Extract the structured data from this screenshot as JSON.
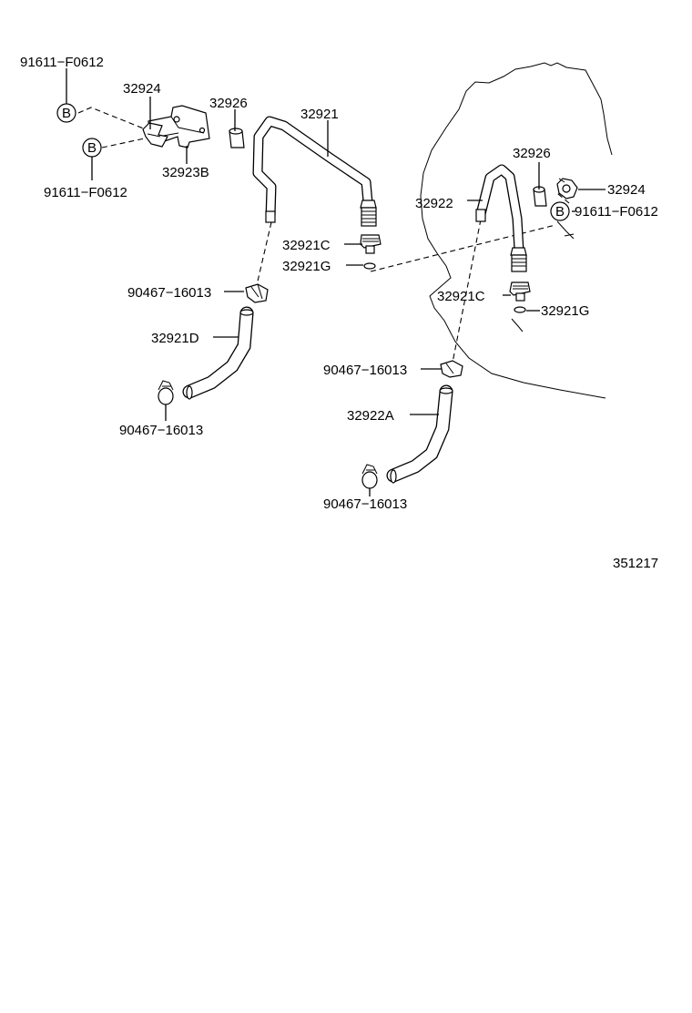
{
  "labels": {
    "p91611_tl": "91611−F0612",
    "p32924_l": "32924",
    "p32926_l": "32926",
    "p32921": "32921",
    "p32923b": "32923B",
    "p91611_l2": "91611−F0612",
    "p32926_r": "32926",
    "p32922": "32922",
    "p32924_r": "32924",
    "p91611_r": "91611−F0612",
    "p32921c_l": "32921C",
    "p32921g_l": "32921G",
    "p90467_a": "90467−16013",
    "p32921c_r": "32921C",
    "p32921g_r": "32921G",
    "p32921d": "32921D",
    "p90467_b": "90467−16013",
    "p90467_c": "90467−16013",
    "p32922a": "32922A",
    "p90467_d": "90467−16013",
    "diagram_no": "351217"
  },
  "callouts": {
    "b_top_left": "B",
    "b_mid_left": "B",
    "b_right": "B"
  }
}
